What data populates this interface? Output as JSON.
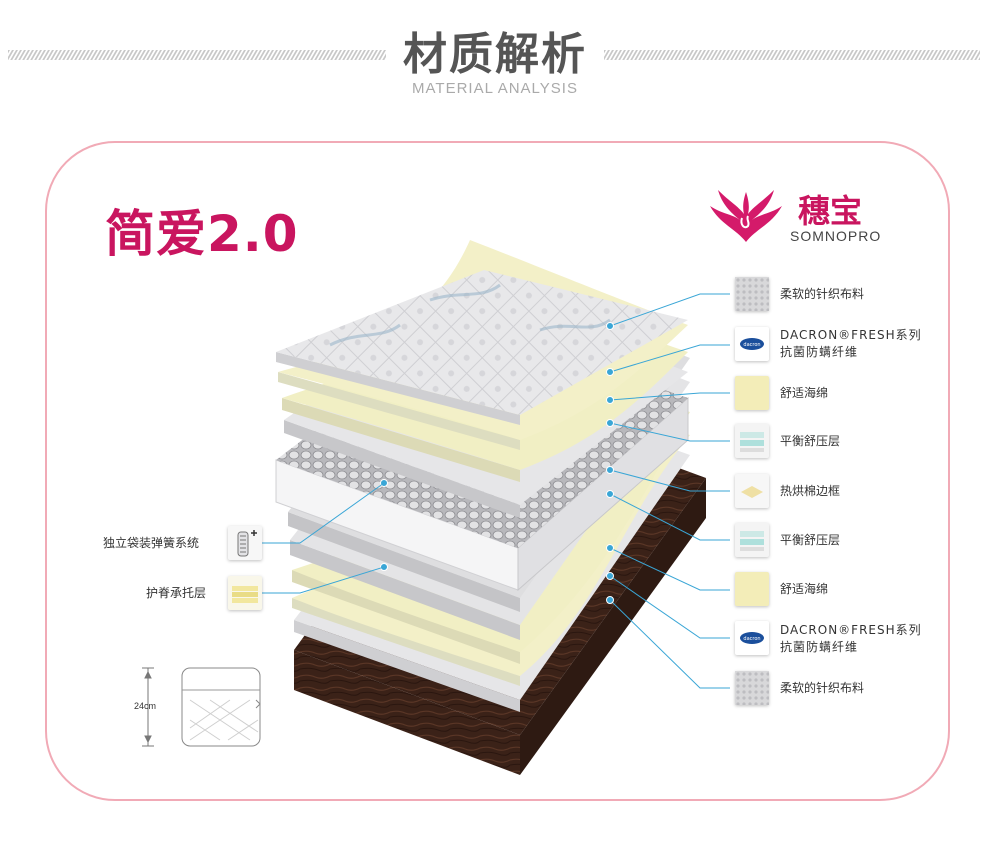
{
  "header": {
    "title": "材质解析",
    "subtitle": "MATERIAL ANALYSIS"
  },
  "product": {
    "name": "简爱2.0"
  },
  "brand": {
    "name_cn": "穗宝",
    "name_en": "SOMNOPRO"
  },
  "right_labels": [
    {
      "line1": "柔软的针织布料",
      "line2": "",
      "icon": "knit-fabric-swatch"
    },
    {
      "line1": "DACRON®FRESH系列",
      "line2": "抗菌防螨纤维",
      "icon": "dacron-logo-swatch"
    },
    {
      "line1": "舒适海绵",
      "line2": "",
      "icon": "sponge-swatch"
    },
    {
      "line1": "平衡舒压层",
      "line2": "",
      "icon": "pressure-layer-swatch"
    },
    {
      "line1": "热烘棉边框",
      "line2": "",
      "icon": "edge-frame-swatch"
    },
    {
      "line1": "平衡舒压层",
      "line2": "",
      "icon": "pressure-layer-swatch"
    },
    {
      "line1": "舒适海绵",
      "line2": "",
      "icon": "sponge-swatch"
    },
    {
      "line1": "DACRON®FRESH系列",
      "line2": "抗菌防螨纤维",
      "icon": "dacron-logo-swatch"
    },
    {
      "line1": "柔软的针织布料",
      "line2": "",
      "icon": "knit-fabric-swatch"
    }
  ],
  "left_labels": [
    {
      "text": "独立袋装弹簧系统",
      "icon": "pocket-spring-icon"
    },
    {
      "text": "护脊承托层",
      "icon": "spine-support-swatch"
    }
  ],
  "dimension": {
    "thickness": "24cm"
  },
  "colors": {
    "accent": "#c9155f",
    "border": "#f1aab6",
    "leader": "#3aa6d6",
    "sponge": "#f3f0c8",
    "base": "#3b2218"
  }
}
